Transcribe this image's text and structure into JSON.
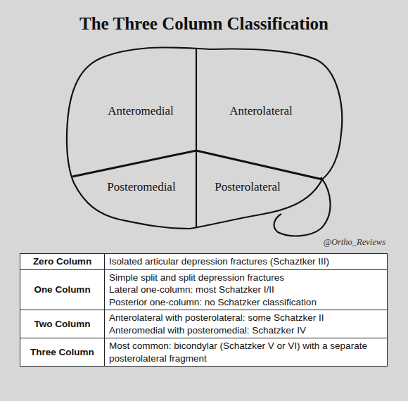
{
  "diagram": {
    "title": "The Three Column Classification",
    "labels": [
      "Anteromedial",
      "Anterolateral",
      "Posteromedial",
      "Posterolateral",
      "@Ortho_Reviews",
      "Zero Column",
      "Isolated articular depression fractures (Schaztker III)",
      "One Column",
      "Simple split and split depression fractures",
      "Lateral one-column: most Schatzker I/II",
      "Posterior one-column: no Schatzker classification",
      "Two Column",
      "Anterolateral with posterolateral: some Schatzker II",
      "Anteromedial with posteromedial: Schatzker IV",
      "Three Column",
      "Most common: bicondylar (Schatzker V or VI) with a separate posterolateral fragment"
    ]
  }
}
